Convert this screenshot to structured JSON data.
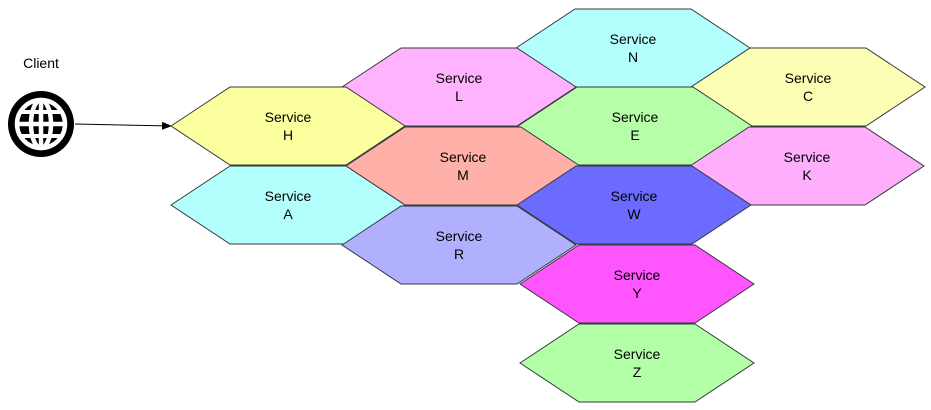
{
  "client": {
    "label": "Client",
    "icon": "globe-icon"
  },
  "services": [
    {
      "id": "N",
      "line1": "Service",
      "line2": "N",
      "color": "#b3fffd"
    },
    {
      "id": "L",
      "line1": "Service",
      "line2": "L",
      "color": "#ffb3ff"
    },
    {
      "id": "C",
      "line1": "Service",
      "line2": "C",
      "color": "#fcffb3"
    },
    {
      "id": "H",
      "line1": "Service",
      "line2": "H",
      "color": "#fbff9e"
    },
    {
      "id": "E",
      "line1": "Service",
      "line2": "E",
      "color": "#b6ffa8"
    },
    {
      "id": "M",
      "line1": "Service",
      "line2": "M",
      "color": "#ffb0a8"
    },
    {
      "id": "K",
      "line1": "Service",
      "line2": "K",
      "color": "#ffaefc"
    },
    {
      "id": "A",
      "line1": "Service",
      "line2": "A",
      "color": "#b3fffd"
    },
    {
      "id": "W",
      "line1": "Service",
      "line2": "W",
      "color": "#6b6bff"
    },
    {
      "id": "R",
      "line1": "Service",
      "line2": "R",
      "color": "#b0b0ff"
    },
    {
      "id": "Y",
      "line1": "Service",
      "line2": "Y",
      "color": "#ff55ff"
    },
    {
      "id": "Z",
      "line1": "Service",
      "line2": "Z",
      "color": "#b3ffa8"
    }
  ],
  "connections": [
    {
      "from": "client",
      "to": "H"
    }
  ]
}
